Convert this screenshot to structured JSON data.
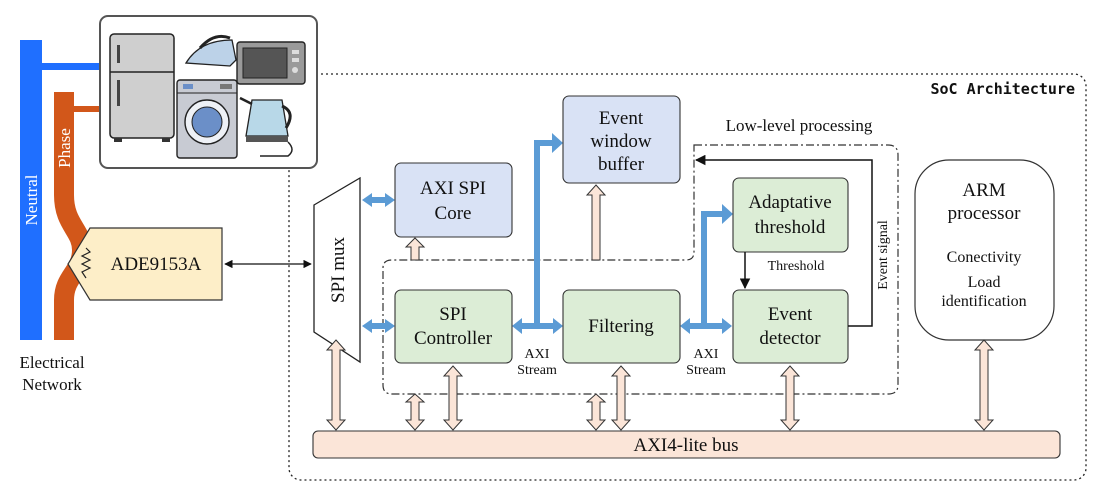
{
  "soc_title": "SoC Architecture",
  "low_level_title": "Low-level processing",
  "network": {
    "neutral": "Neutral",
    "phase": "Phase",
    "label_line1": "Electrical",
    "label_line2": "Network"
  },
  "blocks": {
    "ade": "ADE9153A",
    "spi_mux": "SPI mux",
    "axi_spi_core_line1": "AXI SPI",
    "axi_spi_core_line2": "Core",
    "spi_controller_line1": "SPI",
    "spi_controller_line2": "Controller",
    "filtering": "Filtering",
    "event_window_line1": "Event",
    "event_window_line2": "window",
    "event_window_line3": "buffer",
    "adaptive_line1": "Adaptative",
    "adaptive_line2": "threshold",
    "event_detector_line1": "Event",
    "event_detector_line2": "detector",
    "arm_line1": "ARM",
    "arm_line2": "processor",
    "arm_line3": "Conectivity",
    "arm_line4": "Load",
    "arm_line5": "identification",
    "axi_bus": "AXI4-lite bus"
  },
  "signals": {
    "axi_stream_1_line1": "AXI",
    "axi_stream_1_line2": "Stream",
    "axi_stream_2_line1": "AXI",
    "axi_stream_2_line2": "Stream",
    "threshold": "Threshold",
    "event_signal": "Event signal"
  },
  "colors": {
    "neutral": "#1f6fff",
    "phase": "#d2571a",
    "blue_block": "#d9e2f5",
    "green_block": "#dcedd6",
    "yellow_block": "#fdeec8",
    "bus_fill": "#fbe5d8",
    "blue_arrow": "#5b9bd5"
  },
  "icons": [
    "refrigerator-icon",
    "iron-icon",
    "microwave-icon",
    "washing-machine-icon",
    "kettle-icon"
  ]
}
